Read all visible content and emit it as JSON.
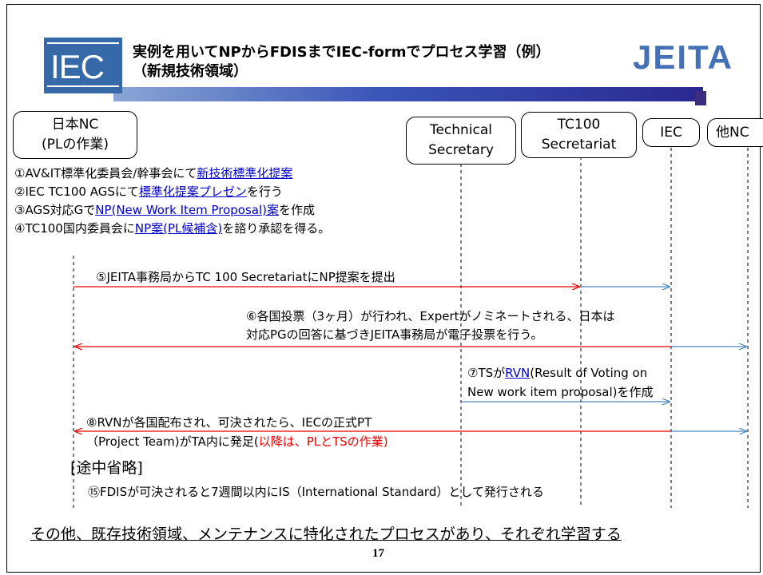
{
  "header": {
    "title_line1": "実例を用いてNPからFDISまでIEC-formでプロセス学習（例）",
    "title_line2": "（新規技術領域）",
    "iec_logo_text": "IEC",
    "jeita_logo_text": "JEITA",
    "iec_color": "#3569a7",
    "jeita_color": "#4471b6"
  },
  "actors": {
    "japan_nc_line1": "日本NC",
    "japan_nc_line2": "(PLの作業)",
    "ts_line1": "Technical",
    "ts_line2": "Secretary",
    "tc100_line1": "TC100",
    "tc100_line2": "Secretariat",
    "iec": "IEC",
    "other_nc": "他NC"
  },
  "steps": {
    "s1_prefix": "①AV&IT標準化委員会/幹事会にて",
    "s1_link": "新技術標準化提案",
    "s2_prefix": "②IEC TC100 AGSにて",
    "s2_link": "標準化提案プレゼン",
    "s2_suffix": "を行う",
    "s3_prefix": "③AGS対応Gで",
    "s3_link": "NP(New Work Item Proposal)案",
    "s3_suffix": "を作成",
    "s4_prefix": "④TC100国内委員会に",
    "s4_link": "NP案(PL候補含)",
    "s4_suffix": "を諮り承認を得る。"
  },
  "messages": {
    "m5": "⑤JEITA事務局からTC 100 SecretariatにNP提案を提出",
    "m6_line1": "⑥各国投票（3ヶ月）が行われ、Expertがノミネートされる、日本は",
    "m6_line2": "対応PGの回答に基づきJEITA事務局が電子投票を行う。",
    "m7_prefix": "⑦TSが",
    "m7_link": "RVN",
    "m7_suffix": "(Result of Voting on",
    "m7_line2": "New work item proposal)を作成",
    "m8_line1": "⑧RVNが各国配布され、可決されたら、IECの正式PT",
    "m8_line2_prefix": "（Project Team)がTA内に発足(",
    "m8_line2_red": "以降は、PLとTSの作業",
    "m8_line2_suffix": ")"
  },
  "omitted": "[途中省略]",
  "step15": "⑮FDISが可決されると7週間以内にIS（International Standard）として発行される",
  "footer": "その他、既存技術領域、メンテナンスに特化されたプロセスがあり、それぞれ学習する",
  "page_number": "17",
  "colors": {
    "red_arrow": "#ee0000",
    "blue_arrow": "#4a86c6",
    "link": "#0000cc"
  }
}
